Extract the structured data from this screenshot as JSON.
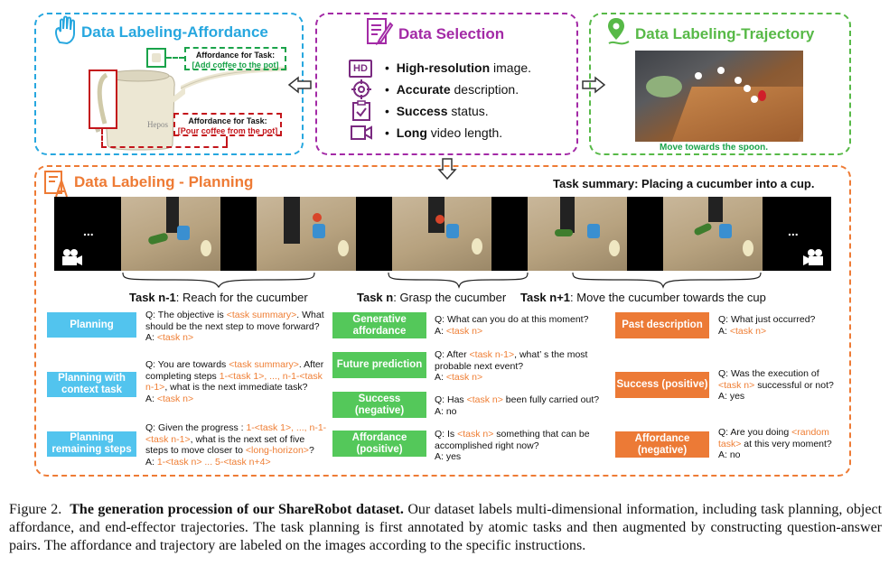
{
  "affordance": {
    "title": "Data Labeling-Affordance",
    "green_box": {
      "line1": "Affordance for Task:",
      "line2": "[Add coffee to the pot]"
    },
    "red_box": {
      "line1": "Affordance for Task:",
      "line2": "[Pour coffee from the pot]"
    },
    "pot_brand": "Hepos"
  },
  "selection": {
    "title": "Data Selection",
    "rows": [
      {
        "icon": "HD",
        "bold": "High-resolution",
        "rest": " image."
      },
      {
        "icon": "target-icon",
        "bold": "Accurate",
        "rest": " description."
      },
      {
        "icon": "checklist-icon",
        "bold": "Success",
        "rest": " status."
      },
      {
        "icon": "video-icon",
        "bold": "Long",
        "rest": " video length."
      }
    ]
  },
  "trajectory": {
    "title": "Data Labeling-Trajectory",
    "caption": "Move towards the spoon."
  },
  "planning": {
    "title": "Data Labeling - Planning",
    "summary": "Task summary: Placing a cucumber into a cup.",
    "ellipsis": "...",
    "tasks": [
      {
        "bold": "Task n-1",
        "rest": ": Reach for the cucumber"
      },
      {
        "bold": "Task n",
        "rest": ": Grasp the cucumber"
      },
      {
        "bold": "Task n+1",
        "rest": ": Move the cucumber towards the cup"
      }
    ],
    "qa": {
      "planning": {
        "label": "Planning",
        "q1": "Q: The objective is ",
        "h1": "<task summary>",
        "q2": ". What should be the next step to move forward?",
        "a1": "A: ",
        "ah": "<task n>"
      },
      "context": {
        "label": "Planning with context task",
        "q1": "Q: You are towards ",
        "h1": "<task summary>",
        "q2": ". After completing steps ",
        "h2": "1-<task 1>, ..., n-1-<task n-1>",
        "q3": ", what is the next immediate task?",
        "a1": "A: ",
        "ah": "<task n>"
      },
      "remaining": {
        "label": "Planning remaining steps",
        "q1": "Q: Given the progress : ",
        "h1": "1-<task 1>, ..., n-1-<task n-1>",
        "q2": ", what is the next set of five steps to move closer to ",
        "h2": "<long-horizon>",
        "q3": "?",
        "a1": "A: ",
        "ah": "1-<task n>   ... 5-<task n+4>"
      },
      "generative": {
        "label": "Generative affordance",
        "q1": "Q: What can you do at this moment?",
        "a1": "A: ",
        "ah": "<task n>"
      },
      "future": {
        "label": "Future prediction",
        "q1": "Q: After ",
        "h1": "<task n-1>",
        "q2": ", what’ s the most probable next event?",
        "a1": "A: ",
        "ah": "<task n>"
      },
      "success_neg": {
        "label": "Success (negative)",
        "q1": "Q: Has ",
        "h1": "<task n>",
        "q2": " been fully carried out?",
        "a1": "A: no"
      },
      "affordance_pos": {
        "label": "Affordance (positive)",
        "q1": "Q: Is ",
        "h1": "<task n>",
        "q2": " something that can be accomplished right now?",
        "a1": "A: yes"
      },
      "past": {
        "label": "Past description",
        "q1": "Q: What just occurred?",
        "a1": "A: ",
        "ah": "<task n>"
      },
      "success_pos": {
        "label": "Success (positive)",
        "q1": "Q: Was the execution of ",
        "h1": "<task n>",
        "q2": " successful or not?",
        "a1": "A: yes"
      },
      "affordance_neg": {
        "label": "Affordance (negative)",
        "q1": "Q: Are you doing ",
        "h1": "<random task>",
        "q2": " at this very moment?",
        "a1": "A: no"
      }
    }
  },
  "caption": {
    "label": "Figure 2.",
    "bold": "The generation procession of our ShareRobot dataset.",
    "rest": " Our dataset labels multi-dimensional information, including task planning, object affordance, and end-effector trajectories. The task planning is first annotated by atomic tasks and then augmented by constructing question-answer pairs. The affordance and trajectory are labeled on the images according to the specific instructions."
  },
  "colors": {
    "affordance": "#27a7df",
    "selection": "#a32aa6",
    "trajectory": "#57b947",
    "planning": "#ee7b35",
    "highlight": "#ef7e34"
  }
}
